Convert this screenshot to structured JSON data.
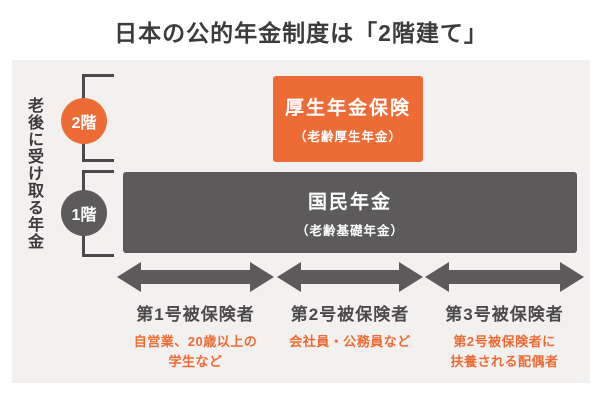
{
  "title": "日本の公的年金制度は「2階建て」",
  "side_label": "老後に受け取る年金",
  "colors": {
    "orange": "#ed6b35",
    "dark_gray": "#5c5a5a",
    "panel_bg": "#f2f1ef",
    "title_ink": "#3d3b3b",
    "label_ink": "#4c4a4a"
  },
  "tiers": [
    {
      "badge": "2階",
      "name": "厚生年金保険",
      "subname": "（老齢厚生年金）"
    },
    {
      "badge": "1階",
      "name": "国民年金",
      "subname": "（老齢基礎年金）"
    }
  ],
  "groups": [
    {
      "label": "第1号被保険者",
      "desc_lines": [
        "自営業、20歳以上の",
        "学生など"
      ]
    },
    {
      "label": "第2号被保険者",
      "desc_lines": [
        "会社員・公務員など"
      ]
    },
    {
      "label": "第3号被保険者",
      "desc_lines": [
        "第2号被保険者に",
        "扶養される配偶者"
      ]
    }
  ]
}
